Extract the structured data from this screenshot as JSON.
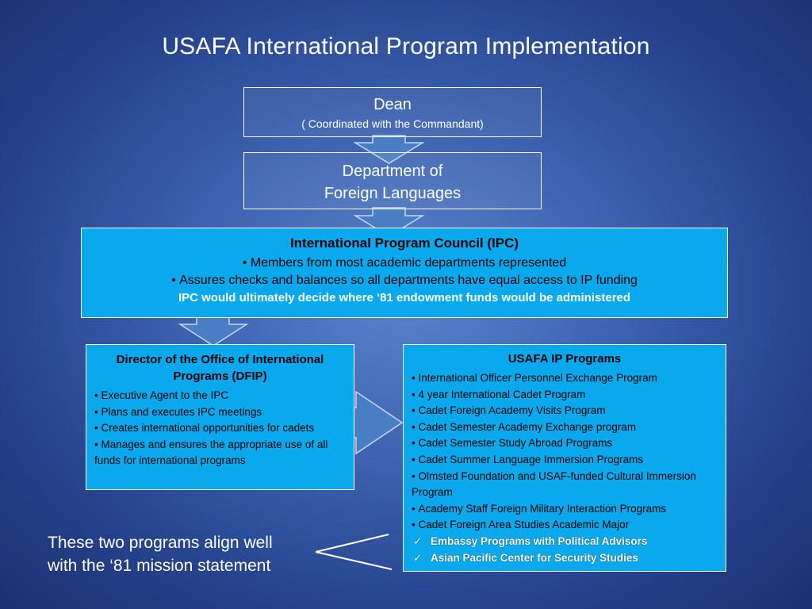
{
  "title": "USAFA International Program Implementation",
  "dean": {
    "title": "Dean",
    "subtitle": "( Coordinated with the Commandant)"
  },
  "dfl": {
    "line1": "Department of",
    "line2": "Foreign Languages"
  },
  "ipc": {
    "title": "International Program Council (IPC)",
    "bullets": [
      "Members from most academic departments represented",
      "Assures checks and balances so all departments have equal access to IP funding"
    ],
    "note": "IPC would ultimately decide where ‘81 endowment funds would be administered"
  },
  "dfip": {
    "title": "Director of the Office of International Programs  (DFIP)",
    "bullets": [
      "Executive Agent to the IPC",
      "Plans and executes IPC meetings",
      "Creates international opportunities for cadets",
      "Manages and ensures the appropriate use of all funds for international programs"
    ]
  },
  "programs": {
    "title": "USAFA IP Programs",
    "bullets": [
      "International Officer Personnel Exchange Program",
      "4 year International Cadet Program",
      "Cadet Foreign Academy Visits Program",
      "Cadet Semester Academy Exchange program",
      "Cadet Semester Study Abroad Programs",
      "Cadet Summer Language Immersion Programs",
      "Olmsted Foundation and USAF-funded Cultural Immersion Program",
      "Academy Staff Foreign Military Interaction Programs",
      "Cadet Foreign Area Studies Academic Major"
    ],
    "highlighted": [
      "Embassy Programs with Political Advisors",
      "Asian Pacific Center for Security Studies"
    ]
  },
  "caption": {
    "line1": "These two programs align well",
    "line2": "with the ‘81 mission statement"
  },
  "colors": {
    "box_fill": "#0aa9ee",
    "arrow_fill": "#4a7ec4",
    "text_white": "#ffffff"
  }
}
